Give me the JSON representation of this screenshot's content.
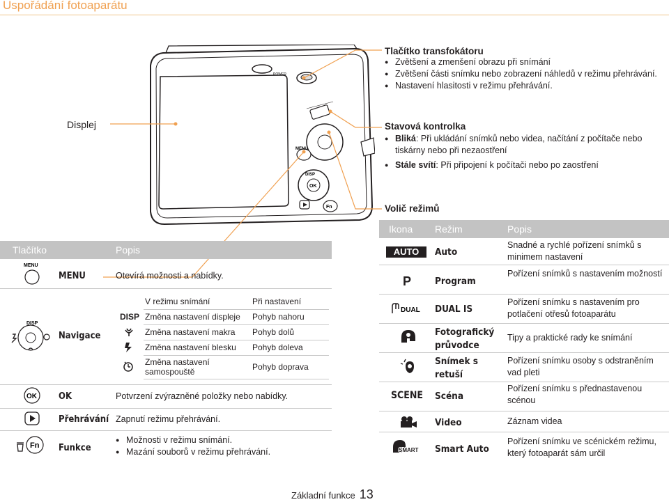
{
  "header": {
    "title": "Uspořádání fotoaparátu"
  },
  "callouts": {
    "zoom": {
      "title": "Tlačítko transfokátoru",
      "items": [
        "Zvětšení a zmenšení obrazu při snímání",
        "Zvětšení části snímku nebo zobrazení náhledů v režimu přehrávání.",
        "Nastavení hlasitosti v režimu přehrávání."
      ]
    },
    "display": {
      "title": "Displej"
    },
    "status": {
      "title": "Stavová kontrolka",
      "items": [
        {
          "term": "Bliká",
          "text": ": Při ukládání snímků nebo videa, načítání z počítače nebo tiskárny nebo při nezaostření"
        },
        {
          "term": "Stále svítí",
          "text": ": Při připojení k počítači nebo po zaostření"
        }
      ]
    },
    "mode_dial": {
      "title": "Volič režimů"
    }
  },
  "camera_labels": {
    "power": "POWER",
    "menu": "MENU",
    "disp": "DISP",
    "ok": "OK",
    "fn": "Fn"
  },
  "buttons_table": {
    "headers": {
      "button": "Tlačítko",
      "description": "Popis"
    },
    "rows": {
      "menu": {
        "label": "MENU",
        "icon_text": "MENU",
        "description": "Otevírá možnosti a nabídky."
      },
      "nav": {
        "label": "Navigace",
        "icon_text": "DISP"
      },
      "ok": {
        "label": "OK",
        "icon_text": "OK",
        "description": "Potvrzení zvýrazněné položky nebo nabídky."
      },
      "play": {
        "label": "Přehrávání",
        "description": "Zapnutí režimu přehrávání."
      },
      "func": {
        "label": "Funkce",
        "icon_text": "Fn",
        "items": [
          "Možnosti v režimu snímání.",
          "Mazání souborů v režimu přehrávání."
        ]
      }
    },
    "nav_sub": {
      "head_left": "V režimu snímání",
      "head_right": "Při nastavení",
      "rows": [
        {
          "icon": "DISP",
          "left": "Změna nastavení displeje",
          "right": "Pohyb nahoru"
        },
        {
          "icon": "macro-icon",
          "left": "Změna nastavení makra",
          "right": "Pohyb dolů"
        },
        {
          "icon": "flash-icon",
          "left": "Změna nastavení blesku",
          "right": "Pohyb doleva"
        },
        {
          "icon": "timer-icon",
          "left": "Změna nastavení samospouště",
          "right": "Pohyb doprava"
        }
      ]
    }
  },
  "modes_table": {
    "headers": {
      "icon": "Ikona",
      "mode": "Režim",
      "description": "Popis"
    },
    "rows": [
      {
        "icon_text": "AUTO",
        "mode": "Auto",
        "description": "Snadné a rychlé pořízení snímků s minimem nastavení"
      },
      {
        "icon_text": "P",
        "mode": "Program",
        "description": "Pořízení snímků s nastavením možností"
      },
      {
        "icon_text": "DUAL",
        "mode": "DUAL IS",
        "description": "Pořízení snímku s nastavením pro potlačení otřesů fotoaparátu"
      },
      {
        "icon_text": "",
        "mode": "Fotografický průvodce",
        "description": "Tipy a praktické rady ke snímání"
      },
      {
        "icon_text": "",
        "mode": "Snímek s retuší",
        "description": "Pořízení snímku osoby s odstraněním vad pleti"
      },
      {
        "icon_text": "SCENE",
        "mode": "Scéna",
        "description": "Pořízení snímku s přednastavenou scénou"
      },
      {
        "icon_text": "",
        "mode": "Video",
        "description": "Záznam videa"
      },
      {
        "icon_text": "SMART",
        "mode": "Smart Auto",
        "description": "Pořízení snímku ve scénickém režimu, který fotoaparát sám určil"
      }
    ]
  },
  "footer": {
    "section": "Základní funkce",
    "page": "13"
  }
}
